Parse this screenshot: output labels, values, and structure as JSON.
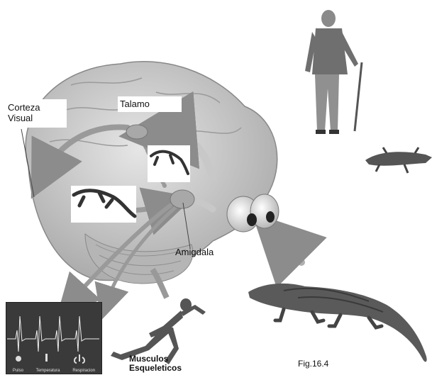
{
  "labels": {
    "visual_cortex": "Corteza\nVisual",
    "thalamus": "Talamo",
    "amygdala": "Amigdala",
    "skeletal_muscles": "Musculos\nEsqueleticos",
    "figure_number": "Fig.16.4"
  },
  "monitor": {
    "pulse": "Pulso",
    "temperature": "Temperatura",
    "respiration": "Respiracion"
  },
  "colors": {
    "brain": "#cfcfcf",
    "arrow": "#9a9a9a",
    "thalamus": "#a8a8a8",
    "monitor_bg": "#3a3a3a"
  }
}
